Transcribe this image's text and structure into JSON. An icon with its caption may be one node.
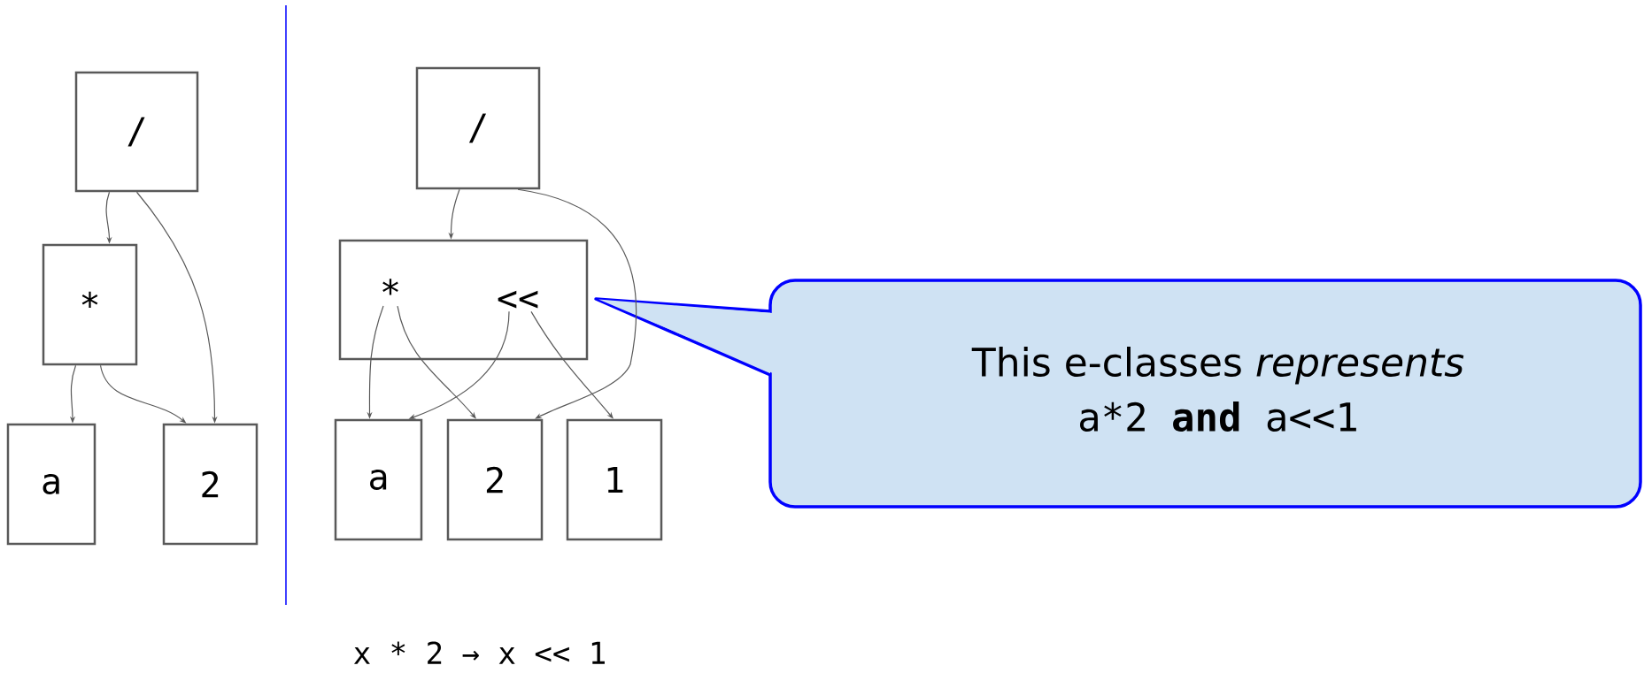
{
  "diagram": {
    "nodes": [
      {
        "text": [
          "/"
        ]
      },
      {
        "text": [
          "*"
        ]
      },
      {
        "text": [
          "a"
        ]
      },
      {
        "text": [
          "2"
        ]
      },
      {
        "text": [
          "/"
        ]
      },
      {
        "text": [],
        "shape": "box"
      },
      {
        "text": [
          "*"
        ],
        "in": 5
      },
      {
        "text": [
          "<<"
        ],
        "in": 5
      },
      {
        "text": [
          "a"
        ]
      },
      {
        "text": [
          "2"
        ]
      },
      {
        "text": [
          "1"
        ]
      },
      {
        "text": [
          "This e-classes *represents*",
          "a*2",
          "and",
          "a<<1"
        ]
      }
    ],
    "edges": [
      {
        "from": 0,
        "to": 1,
        "arrow": "to"
      },
      {
        "from": 0,
        "to": 3,
        "arrow": "to"
      },
      {
        "from": 1,
        "to": 2,
        "arrow": "to"
      },
      {
        "from": 1,
        "to": 3,
        "arrow": "to"
      },
      {
        "from": 4,
        "to": 5,
        "arrow": "to"
      },
      {
        "from": 4,
        "to": 9,
        "arrow": "to"
      },
      {
        "from": 6,
        "to": 8,
        "arrow": "to"
      },
      {
        "from": 6,
        "to": 9,
        "arrow": "to"
      },
      {
        "from": 7,
        "to": 8,
        "arrow": "to"
      },
      {
        "from": 7,
        "to": 10,
        "arrow": "to"
      }
    ],
    "labels": [
      "x * 2 → x << 1"
    ]
  }
}
